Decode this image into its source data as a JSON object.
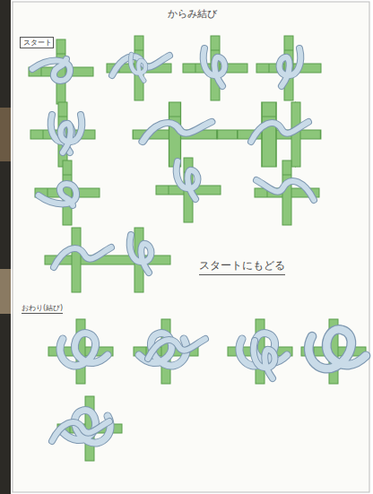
{
  "diagram": {
    "title": "からみ結び",
    "nodes": [
      {
        "text": [
          "スタート"
        ]
      }
    ],
    "labels": [
      "スタートにもどる",
      "おわり(結び)"
    ]
  }
}
